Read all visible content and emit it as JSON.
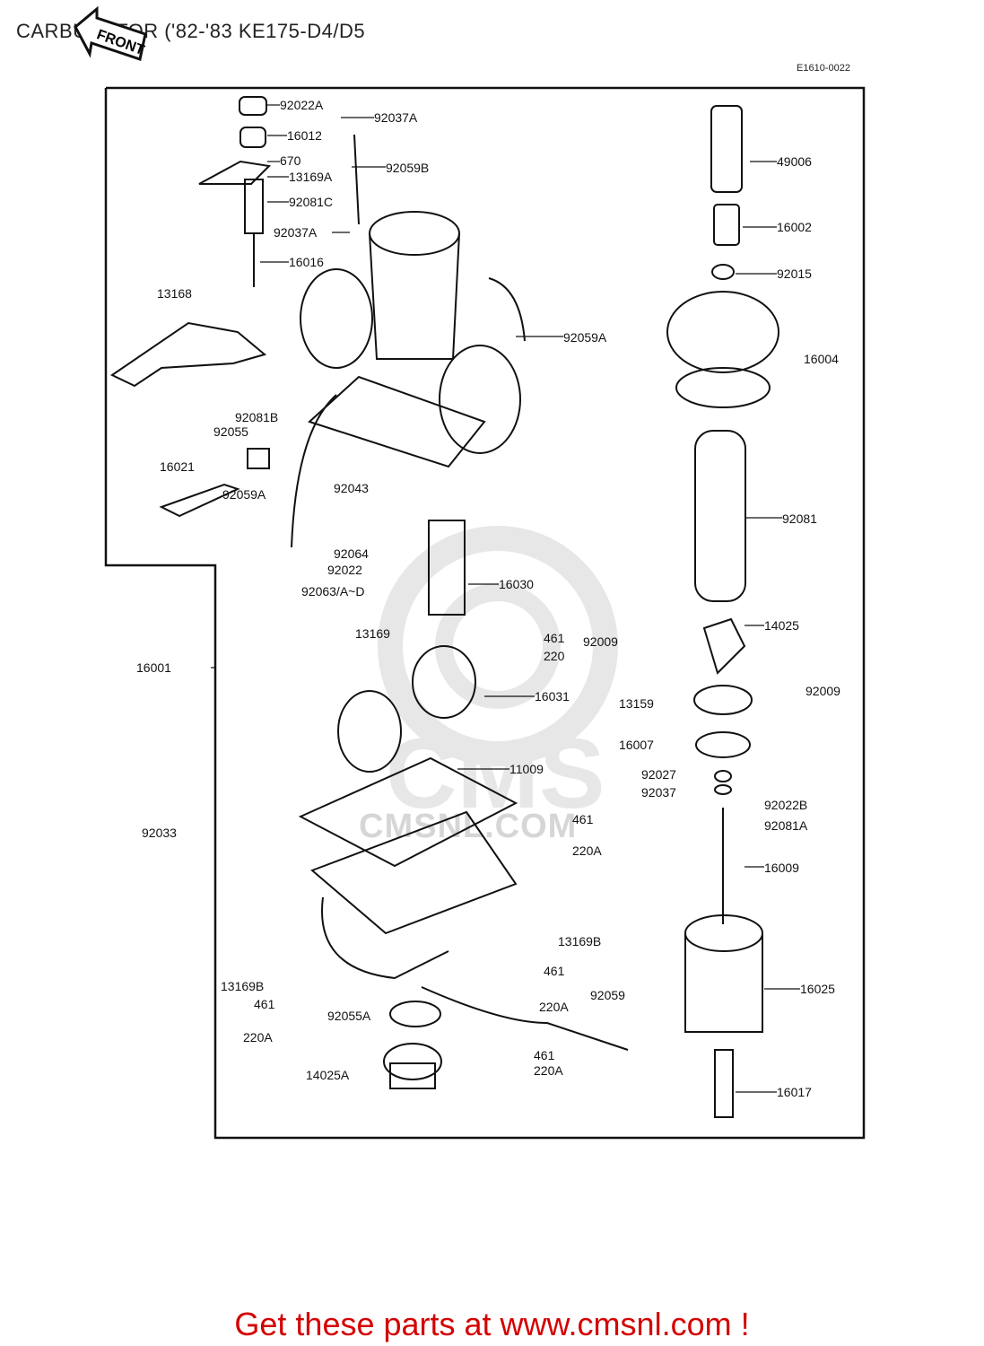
{
  "header": {
    "title": "CARBURETOR  ('82-'83 KE175-D4/D5",
    "code": "E1610-0022",
    "front_label": "FRONT"
  },
  "watermark": {
    "text": "CMSNL.COM"
  },
  "parts": [
    {
      "id": "p1",
      "label": "92022A"
    },
    {
      "id": "p2",
      "label": "92037A"
    },
    {
      "id": "p3",
      "label": "16012"
    },
    {
      "id": "p4",
      "label": "670"
    },
    {
      "id": "p5",
      "label": "13169A"
    },
    {
      "id": "p6",
      "label": "92059B"
    },
    {
      "id": "p7",
      "label": "92081C"
    },
    {
      "id": "p8",
      "label": "92037A"
    },
    {
      "id": "p9",
      "label": "16016"
    },
    {
      "id": "p10",
      "label": "13168"
    },
    {
      "id": "p11",
      "label": "92059A"
    },
    {
      "id": "p12",
      "label": "92081B"
    },
    {
      "id": "p13",
      "label": "92055"
    },
    {
      "id": "p14",
      "label": "16021"
    },
    {
      "id": "p15",
      "label": "92059A"
    },
    {
      "id": "p16",
      "label": "92043"
    },
    {
      "id": "p17",
      "label": "92064"
    },
    {
      "id": "p18",
      "label": "92022"
    },
    {
      "id": "p19",
      "label": "92063/A~D"
    },
    {
      "id": "p20",
      "label": "16030"
    },
    {
      "id": "p21",
      "label": "13169"
    },
    {
      "id": "p22",
      "label": "461"
    },
    {
      "id": "p23",
      "label": "220"
    },
    {
      "id": "p24",
      "label": "16001"
    },
    {
      "id": "p25",
      "label": "16031"
    },
    {
      "id": "p26",
      "label": "11009"
    },
    {
      "id": "p27",
      "label": "461"
    },
    {
      "id": "p28",
      "label": "220A"
    },
    {
      "id": "p29",
      "label": "92033"
    },
    {
      "id": "p30",
      "label": "13169B"
    },
    {
      "id": "p31",
      "label": "461"
    },
    {
      "id": "p32",
      "label": "220A"
    },
    {
      "id": "p33",
      "label": "92059"
    },
    {
      "id": "p34",
      "label": "13169B"
    },
    {
      "id": "p35",
      "label": "461"
    },
    {
      "id": "p36",
      "label": "92055A"
    },
    {
      "id": "p37",
      "label": "220A"
    },
    {
      "id": "p38",
      "label": "461"
    },
    {
      "id": "p39",
      "label": "220A"
    },
    {
      "id": "p40",
      "label": "14025A"
    },
    {
      "id": "p41",
      "label": "49006"
    },
    {
      "id": "p42",
      "label": "16002"
    },
    {
      "id": "p43",
      "label": "92015"
    },
    {
      "id": "p44",
      "label": "16004"
    },
    {
      "id": "p45",
      "label": "92081"
    },
    {
      "id": "p46",
      "label": "14025"
    },
    {
      "id": "p47",
      "label": "92009"
    },
    {
      "id": "p48",
      "label": "13159"
    },
    {
      "id": "p49",
      "label": "92009"
    },
    {
      "id": "p50",
      "label": "16007"
    },
    {
      "id": "p51",
      "label": "92027"
    },
    {
      "id": "p52",
      "label": "92037"
    },
    {
      "id": "p53",
      "label": "92022B"
    },
    {
      "id": "p54",
      "label": "92081A"
    },
    {
      "id": "p55",
      "label": "16009"
    },
    {
      "id": "p56",
      "label": "16025"
    },
    {
      "id": "p57",
      "label": "16017"
    }
  ],
  "footer": {
    "text": "Get these parts at www.cmsnl.com !"
  }
}
